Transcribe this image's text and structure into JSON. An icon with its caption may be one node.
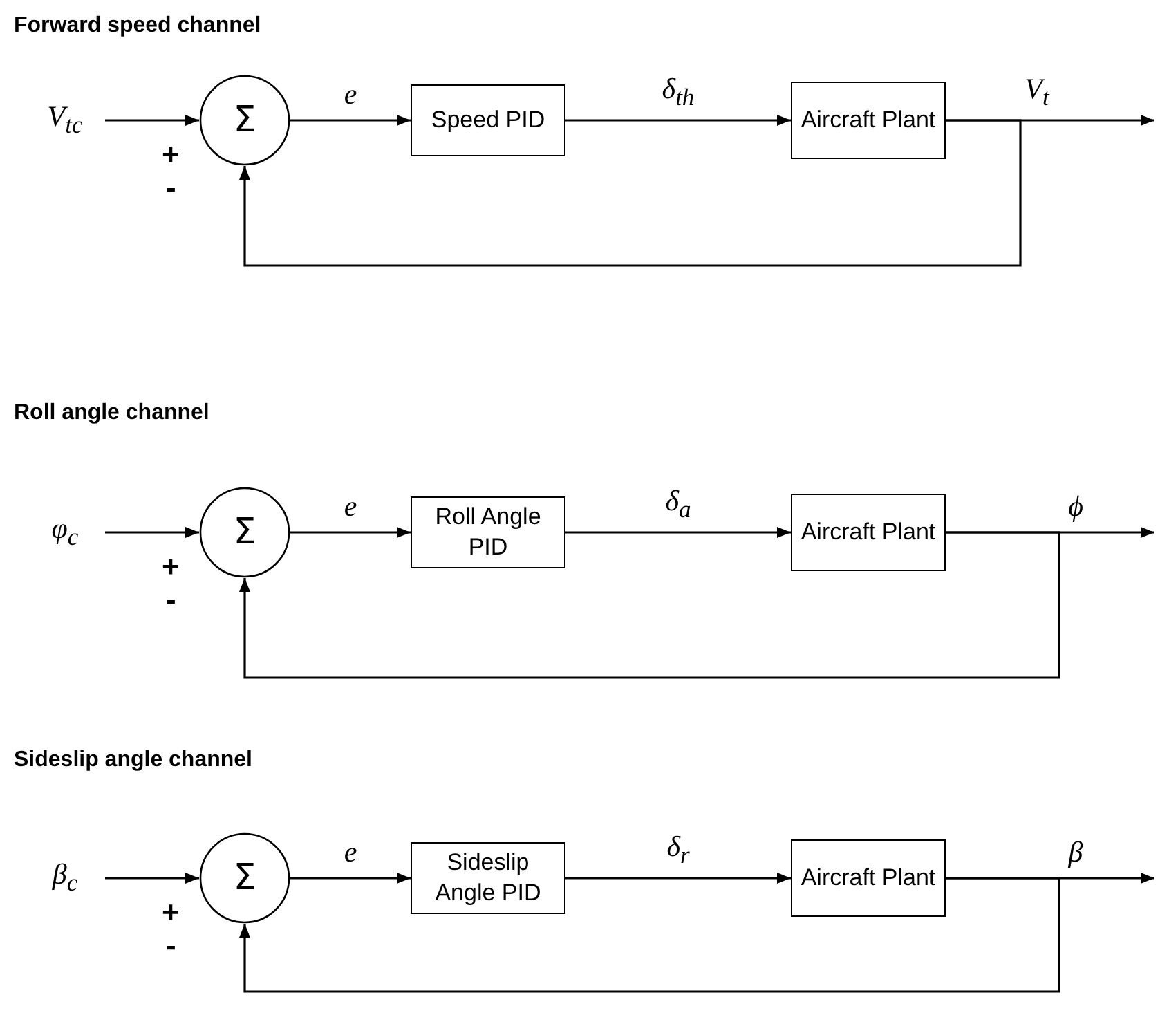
{
  "diagram": {
    "nodes": [
      {
        "text": [
          "V$_{t}$$_{c}$"
        ]
      },
      {
        "text": [
          "Σ"
        ]
      },
      {
        "text": [
          "Speed PID"
        ]
      },
      {
        "text": [
          "Aircraft Plant"
        ]
      },
      {
        "text": [
          "φ$_{c}$"
        ]
      },
      {
        "text": [
          "Σ"
        ]
      },
      {
        "text": [
          "Roll Angle PID"
        ]
      },
      {
        "text": [
          "Aircraft Plant"
        ]
      },
      {
        "text": [
          "β$_{c}$"
        ]
      },
      {
        "text": [
          "Σ"
        ]
      },
      {
        "text": [
          "Sideslip Angle PID"
        ]
      },
      {
        "text": [
          "Aircraft Plant"
        ]
      }
    ],
    "edges": [
      {
        "from": 0,
        "to": 1,
        "arrow": "to"
      },
      {
        "from": 1,
        "to": 2,
        "label": "e",
        "arrow": "to"
      },
      {
        "from": 2,
        "to": 3,
        "label": "δ$_{th}$",
        "arrow": "to"
      },
      {
        "from": 3,
        "to": null,
        "label": "V$_{t}$",
        "arrow": "to"
      },
      {
        "from": 3,
        "to": 1,
        "arrow": "to"
      },
      {
        "from": 4,
        "to": 5,
        "arrow": "to"
      },
      {
        "from": 5,
        "to": 6,
        "label": "e",
        "arrow": "to"
      },
      {
        "from": 6,
        "to": 7,
        "label": "δ$_{a}$",
        "arrow": "to"
      },
      {
        "from": 7,
        "to": null,
        "label": "ϕ",
        "arrow": "to"
      },
      {
        "from": 7,
        "to": 5,
        "arrow": "to"
      },
      {
        "from": 8,
        "to": 9,
        "arrow": "to"
      },
      {
        "from": 9,
        "to": 10,
        "label": "e",
        "arrow": "to"
      },
      {
        "from": 10,
        "to": 11,
        "label": "δ$_{r}$",
        "arrow": "to"
      },
      {
        "from": 11,
        "to": null,
        "label": "β",
        "arrow": "to"
      },
      {
        "from": 11,
        "to": 9,
        "arrow": "to"
      }
    ],
    "labels": [
      "Forward speed channel",
      "+",
      "-",
      "Roll angle channel",
      "+",
      "-",
      "Sideslip angle channel",
      "+",
      "-"
    ]
  }
}
